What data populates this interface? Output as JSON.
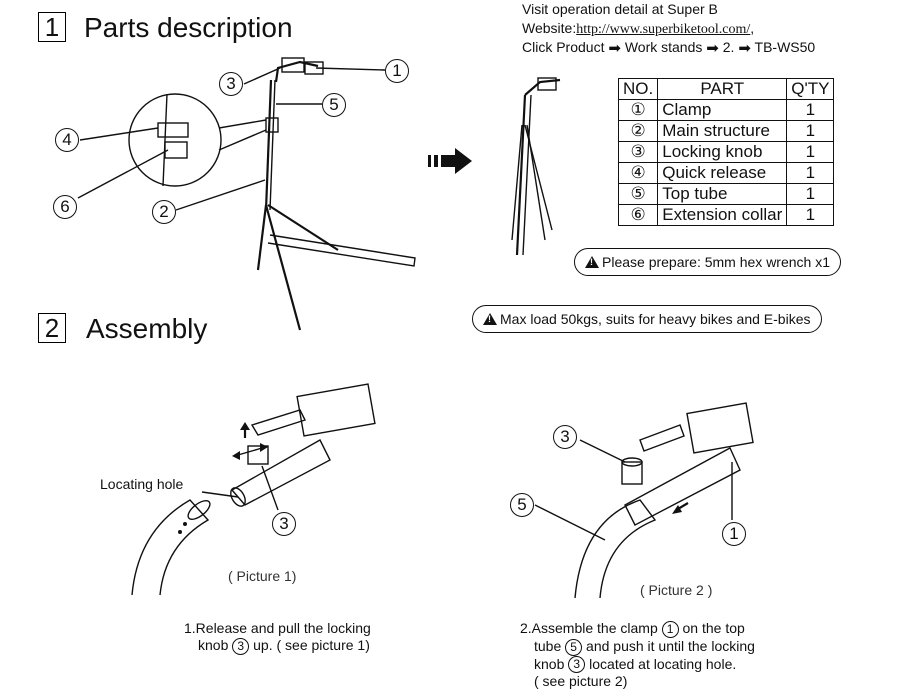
{
  "section1": {
    "number": "1",
    "title": "Parts description"
  },
  "section2": {
    "number": "2",
    "title": "Assembly"
  },
  "info": {
    "line1": "Visit operation detail at Super B",
    "line2_prefix": "Website:",
    "line2_url": "http://www.superbiketool.com/",
    "line2_suffix": ",",
    "line3_a": "Click Product",
    "line3_b": "Work stands",
    "line3_c": "2.",
    "line3_d": "TB-WS50"
  },
  "table": {
    "headers": [
      "NO.",
      "PART",
      "Q'TY"
    ],
    "rows": [
      {
        "no": "①",
        "part": "Clamp",
        "qty": "1"
      },
      {
        "no": "②",
        "part": "Main structure",
        "qty": "1"
      },
      {
        "no": "③",
        "part": "Locking knob",
        "qty": "1"
      },
      {
        "no": "④",
        "part": "Quick release",
        "qty": "1"
      },
      {
        "no": "⑤",
        "part": "Top tube",
        "qty": "1"
      },
      {
        "no": "⑥",
        "part": "Extension collar",
        "qty": "1"
      }
    ]
  },
  "notes": {
    "wrench": "Please prepare: 5mm hex wrench x1",
    "max_load": "Max load 50kgs, suits for heavy bikes and E-bikes"
  },
  "callouts": {
    "c1": "1",
    "c2": "2",
    "c3": "3",
    "c4": "4",
    "c5": "5",
    "c6": "6"
  },
  "picture1": {
    "locating_label": "Locating hole",
    "caption": "( Picture 1)",
    "step_a": "1.Release and pull the locking",
    "step_b_pre": "knob",
    "step_b_post": "up. ( see picture 1)"
  },
  "picture2": {
    "caption": "( Picture 2 )",
    "step_a_pre": "2.Assemble the clamp",
    "step_a_post": "on the top",
    "step_b_pre": "tube",
    "step_b_post": "and push it until the locking",
    "step_c_pre": "knob",
    "step_c_post": "located at locating hole.",
    "step_d": "( see picture 2)"
  }
}
